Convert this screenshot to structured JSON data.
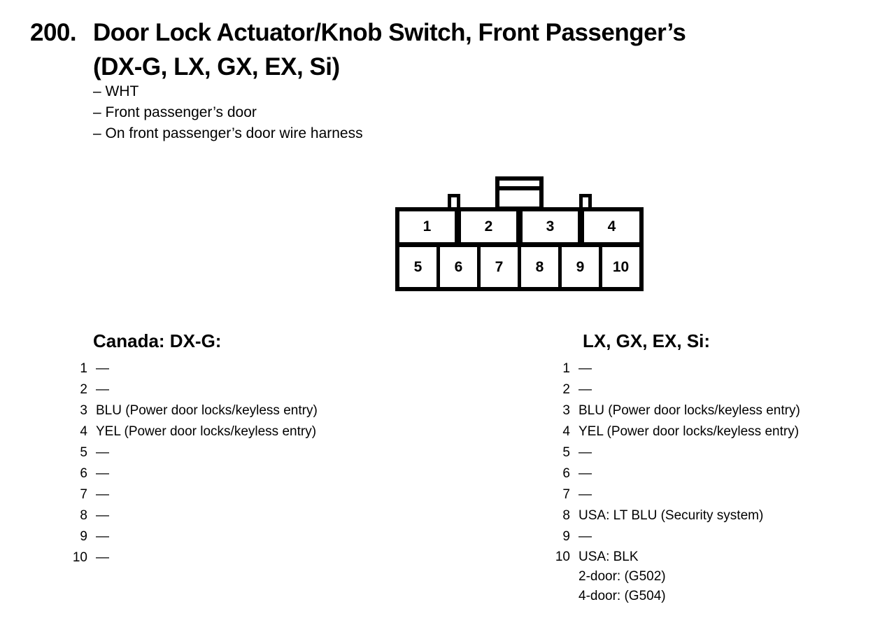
{
  "header": {
    "number": "200.",
    "title_line1": "Door Lock Actuator/Knob Switch, Front Passenger’s",
    "title_line2": "(DX-G, LX, GX, EX, Si)"
  },
  "notes": [
    "– WHT",
    "– Front passenger’s door",
    "– On front passenger’s door wire harness"
  ],
  "connector": {
    "top_row_pins": [
      "1",
      "2",
      "3",
      "4"
    ],
    "bottom_row_pins": [
      "5",
      "6",
      "7",
      "8",
      "9",
      "10"
    ]
  },
  "columns": [
    {
      "heading": "Canada: DX-G:",
      "pins": [
        {
          "num": "1",
          "desc": "—"
        },
        {
          "num": "2",
          "desc": "—"
        },
        {
          "num": "3",
          "desc": "BLU (Power door locks/keyless entry)"
        },
        {
          "num": "4",
          "desc": "YEL (Power door locks/keyless entry)"
        },
        {
          "num": "5",
          "desc": "—"
        },
        {
          "num": "6",
          "desc": "—"
        },
        {
          "num": "7",
          "desc": "—"
        },
        {
          "num": "8",
          "desc": "—"
        },
        {
          "num": "9",
          "desc": "—"
        },
        {
          "num": "10",
          "desc": "—"
        }
      ]
    },
    {
      "heading": "LX, GX, EX, Si:",
      "pins": [
        {
          "num": "1",
          "desc": "—"
        },
        {
          "num": "2",
          "desc": "—"
        },
        {
          "num": "3",
          "desc": "BLU (Power door locks/keyless entry)"
        },
        {
          "num": "4",
          "desc": "YEL (Power door locks/keyless entry)"
        },
        {
          "num": "5",
          "desc": "—"
        },
        {
          "num": "6",
          "desc": "—"
        },
        {
          "num": "7",
          "desc": "—"
        },
        {
          "num": "8",
          "desc": "USA: LT BLU (Security system)"
        },
        {
          "num": "9",
          "desc": "—"
        },
        {
          "num": "10",
          "desc": "USA: BLK",
          "extra": [
            "2-door: (G502)",
            "4-door: (G504)"
          ]
        }
      ]
    }
  ],
  "colors": {
    "ink": "#000000",
    "paper": "#ffffff"
  }
}
